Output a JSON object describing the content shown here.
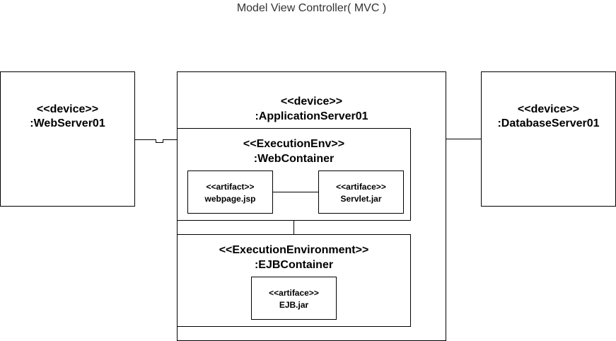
{
  "diagram": {
    "title": "Model View Controller( MVC )",
    "web_server": {
      "stereotype": "<<device>>",
      "name": ":WebServer01"
    },
    "app_server": {
      "stereotype": "<<device>>",
      "name": ":ApplicationServer01",
      "web_container": {
        "stereotype": "<<ExecutionEnv>>",
        "name": ":WebContainer",
        "webpage_artifact": {
          "stereotype": "<<artifact>>",
          "name": "webpage.jsp"
        },
        "servlet_artifact": {
          "stereotype": "<<artiface>>",
          "name": "Servlet.jar"
        }
      },
      "ejb_container": {
        "stereotype": "<<ExecutionEnvironment>>",
        "name": ":EJBContainer",
        "ejb_artifact": {
          "stereotype": "<<artiface>>",
          "name": "EJB.jar"
        }
      }
    },
    "database_server": {
      "stereotype": "<<device>>",
      "name": ":DatabaseServer01"
    }
  }
}
